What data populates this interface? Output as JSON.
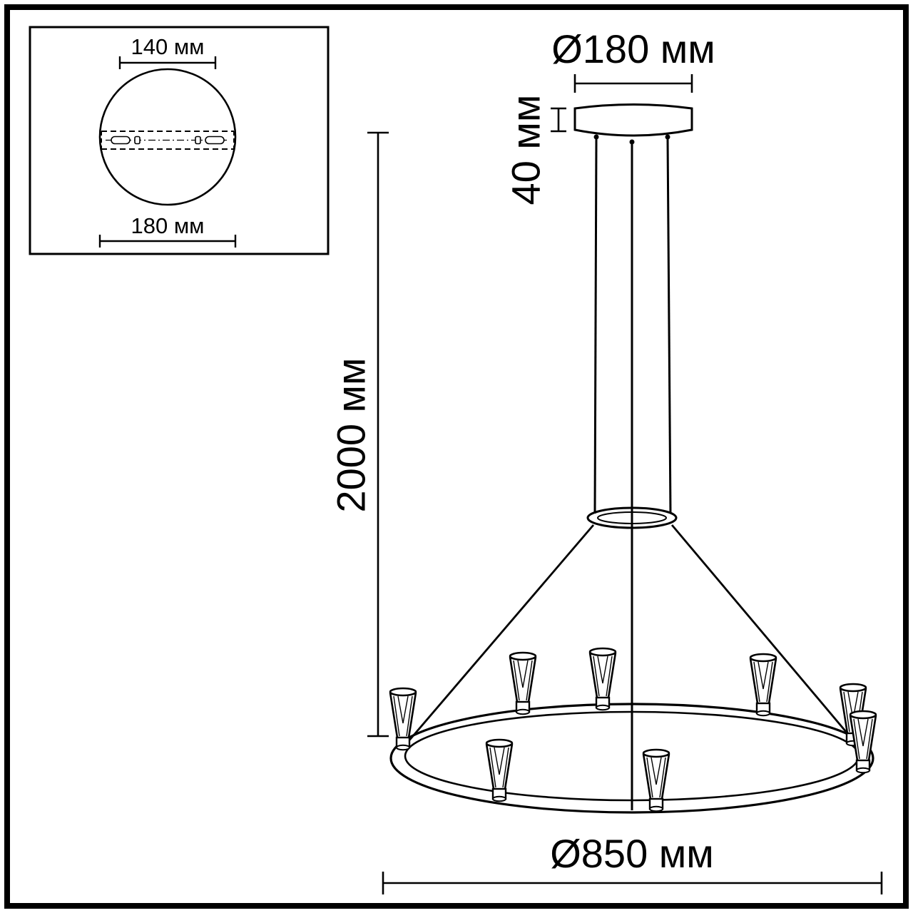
{
  "page": {
    "background_color": "#ffffff",
    "line_color": "#000000",
    "description": "Technical dimension drawing of a ring chandelier pendant light"
  },
  "inset": {
    "hole_spacing_label": "140 мм",
    "plate_diameter_label": "180 мм"
  },
  "main": {
    "canopy_diameter_label": "Ø180 мм",
    "canopy_height_label": "40 мм",
    "suspension_height_label": "2000 мм",
    "frame_diameter_label": "Ø850 мм"
  }
}
